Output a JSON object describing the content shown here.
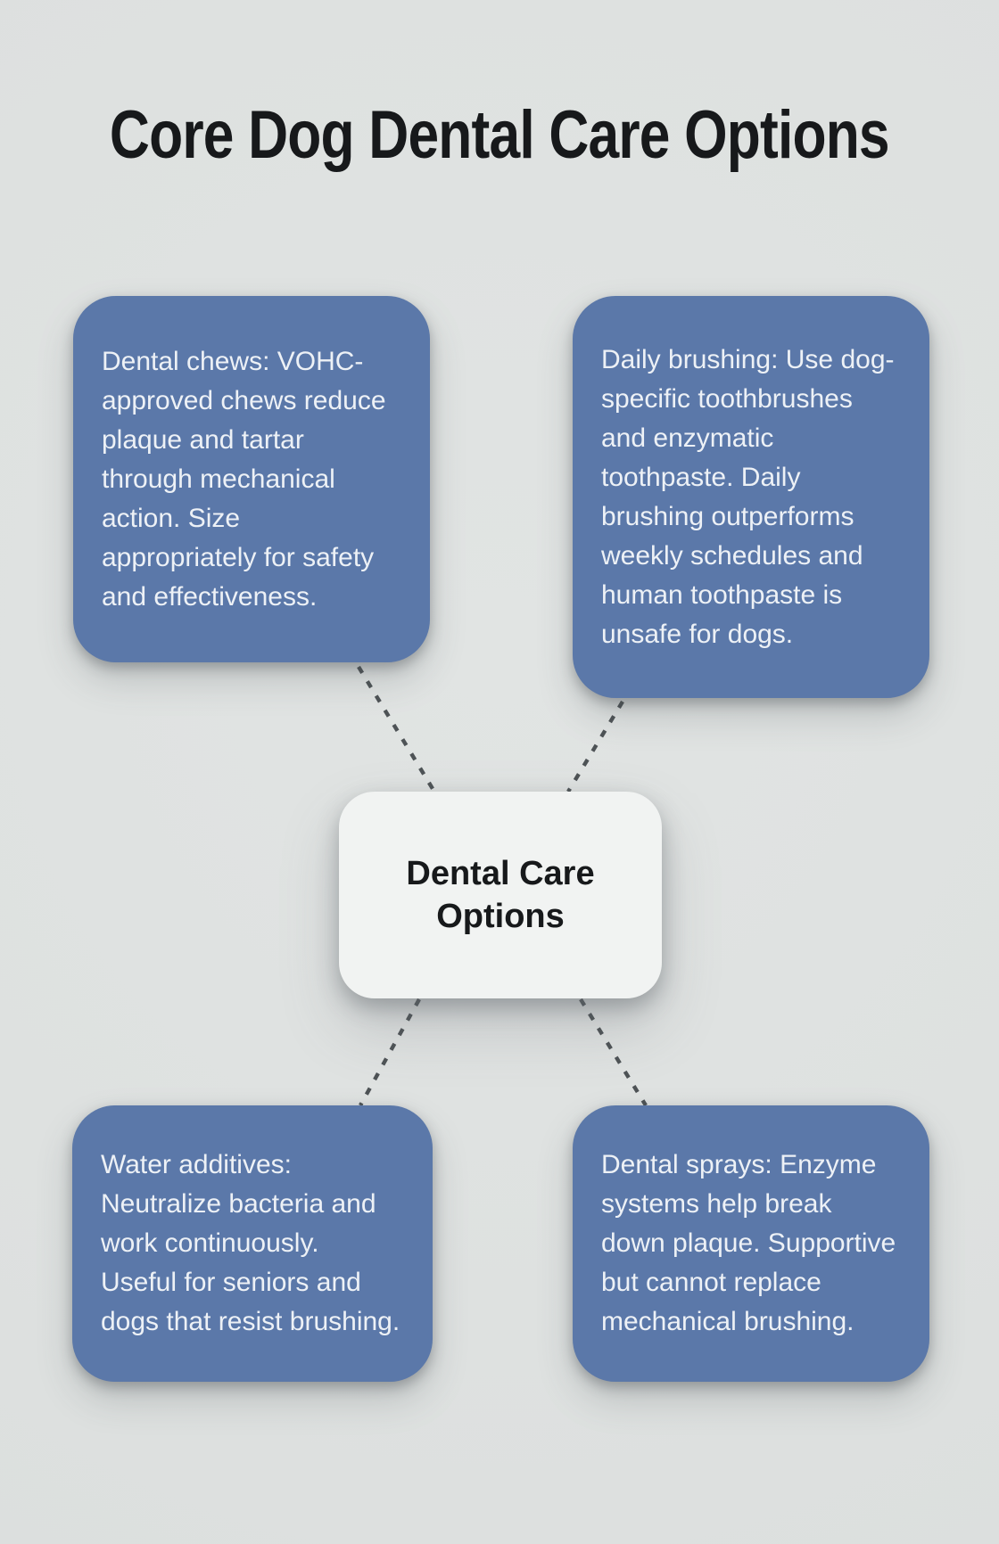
{
  "page": {
    "title": "Core Dog Dental Care Options",
    "background_color": "#dee1e0",
    "title_color": "#17191b"
  },
  "diagram": {
    "style": {
      "node_background": "#5b78a9",
      "node_text_color": "#edf1f6",
      "center_background": "#f1f3f2",
      "center_text_color": "#17191b",
      "connector_color": "#4e5356",
      "connector_style": "dashed"
    },
    "center": {
      "label": "Dental Care Options"
    },
    "nodes": [
      {
        "id": "dental-chews",
        "position": "top-left",
        "text": "Dental chews: VOHC-approved chews reduce plaque and tartar through mechanical action. Size appropriately for safety and effectiveness."
      },
      {
        "id": "daily-brushing",
        "position": "top-right",
        "text": "Daily brushing: Use dog-specific toothbrushes and enzymatic toothpaste. Daily brushing outperforms weekly schedules and human toothpaste is unsafe for dogs."
      },
      {
        "id": "water-additives",
        "position": "bottom-left",
        "text": "Water additives: Neutralize bacteria and work continuously. Useful for seniors and dogs that resist brushing."
      },
      {
        "id": "dental-sprays",
        "position": "bottom-right",
        "text": "Dental sprays: Enzyme systems help break down plaque. Supportive but cannot replace mechanical brushing."
      }
    ]
  }
}
